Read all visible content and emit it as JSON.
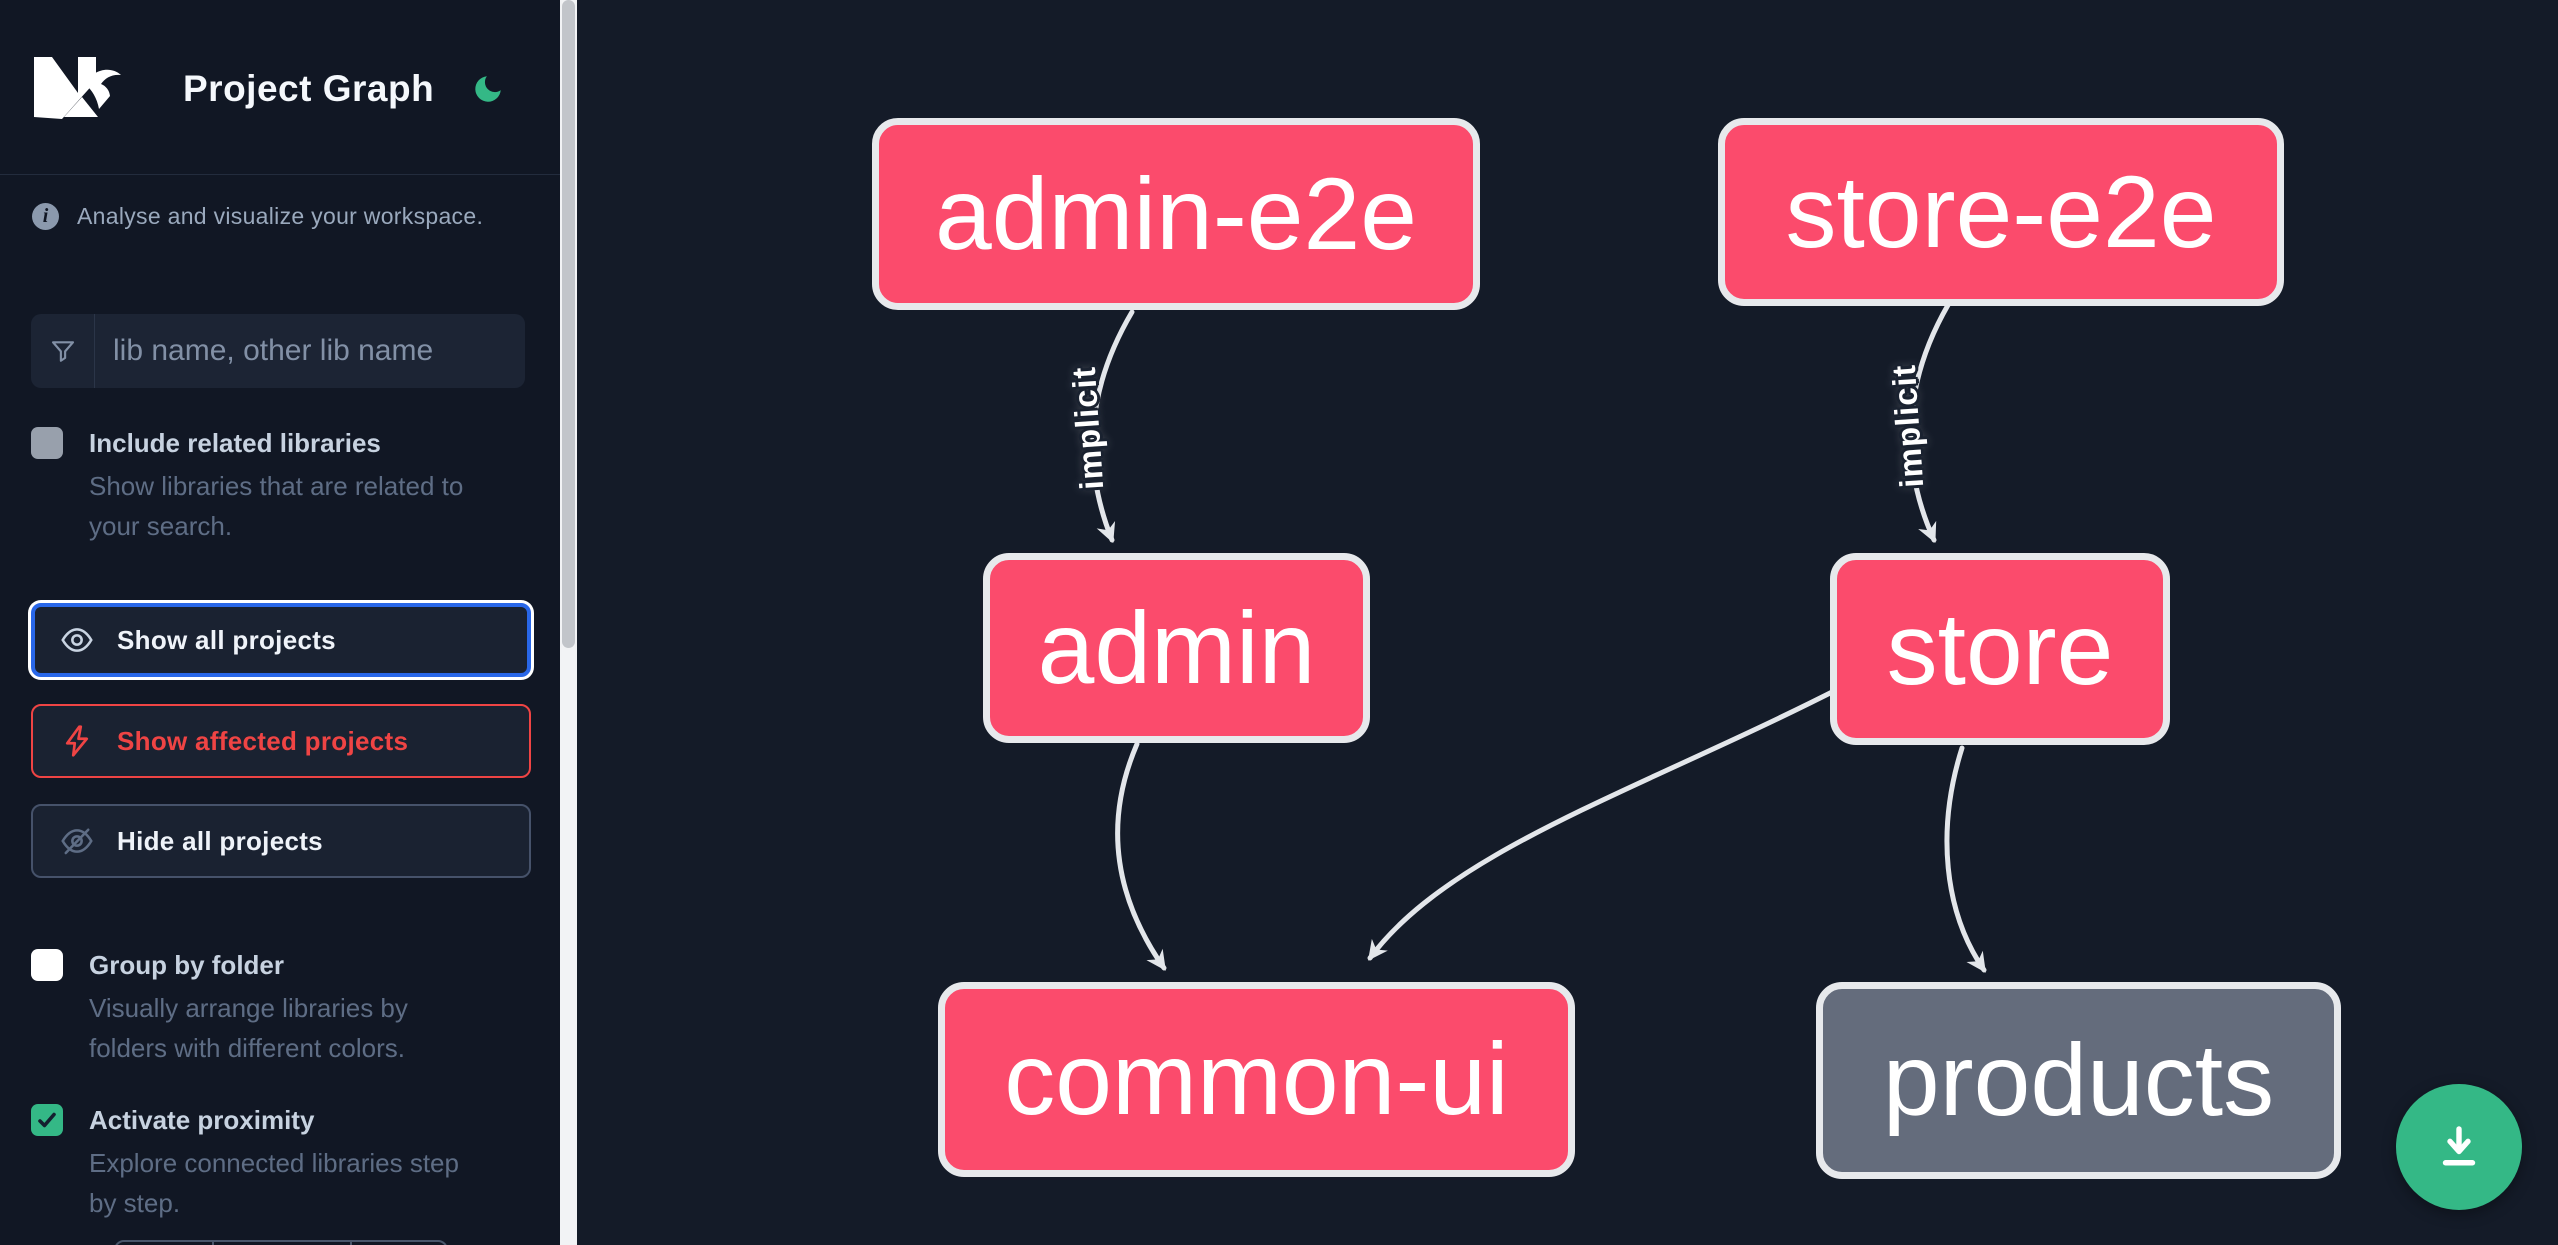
{
  "header": {
    "title": "Project Graph"
  },
  "sidebar": {
    "info_text": "Analyse and visualize your workspace.",
    "search": {
      "placeholder": "lib name, other lib name",
      "icon": "filter-funnel-icon"
    },
    "options": [
      {
        "label": "Include related libraries",
        "description": "Show libraries that are related to your search.",
        "checked": false
      },
      {
        "label": "Group by folder",
        "description": "Visually arrange libraries by folders with different colors.",
        "checked": false
      },
      {
        "label": "Activate proximity",
        "description": "Explore connected libraries step by step.",
        "checked": true
      }
    ],
    "actions": [
      {
        "label": "Show all projects",
        "icon": "eye-icon",
        "state": "focused"
      },
      {
        "label": "Show affected projects",
        "icon": "bolt-icon",
        "state": "danger"
      },
      {
        "label": "Hide all projects",
        "icon": "eye-off-icon",
        "state": "default"
      }
    ]
  },
  "graph": {
    "nodes": [
      {
        "id": "admin-e2e",
        "label": "admin-e2e",
        "affected": true
      },
      {
        "id": "store-e2e",
        "label": "store-e2e",
        "affected": true
      },
      {
        "id": "admin",
        "label": "admin",
        "affected": true
      },
      {
        "id": "store",
        "label": "store",
        "affected": true
      },
      {
        "id": "common-ui",
        "label": "common-ui",
        "affected": true
      },
      {
        "id": "products",
        "label": "products",
        "affected": false
      }
    ],
    "edges": [
      {
        "from": "admin-e2e",
        "to": "admin",
        "label": "implicit"
      },
      {
        "from": "store-e2e",
        "to": "store",
        "label": "implicit"
      },
      {
        "from": "admin",
        "to": "common-ui",
        "label": ""
      },
      {
        "from": "store",
        "to": "common-ui",
        "label": ""
      },
      {
        "from": "store",
        "to": "products",
        "label": ""
      }
    ]
  },
  "download": {
    "icon": "download-icon"
  },
  "theme": {
    "accent_green": "#34B886",
    "affected_pink": "#FB4B6C",
    "unaffected_gray": "#646C7C",
    "edge_gray": "#E3E6EA",
    "focus_blue": "#2967E8",
    "danger_red": "#EF4444",
    "canvas_bg": "#141B28",
    "sidebar_bg": "#111724"
  }
}
